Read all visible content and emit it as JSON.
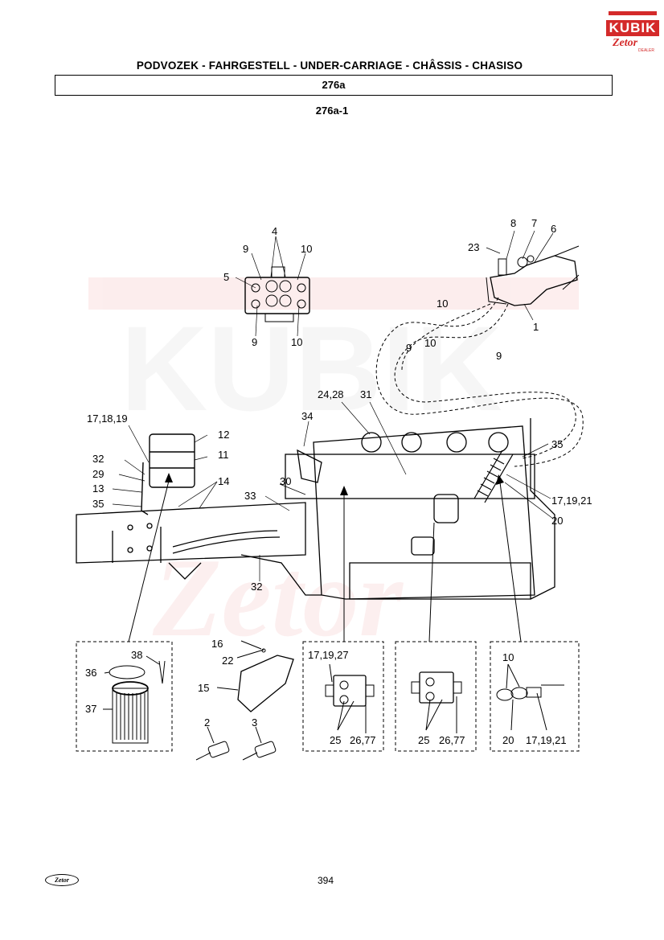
{
  "logo": {
    "brand": "KUBIK",
    "sub": "Zetor",
    "dealer": "DEALER"
  },
  "header": {
    "title": "PODVOZEK - FAHRGESTELL - UNDER-CARRIAGE - CHÂSSIS - CHASISO",
    "section": "276a",
    "figure": "276a-1"
  },
  "callouts": {
    "c1": "1",
    "c2": "2",
    "c3": "3",
    "c4": "4",
    "c5": "5",
    "c6": "6",
    "c7": "7",
    "c8": "8",
    "c9a": "9",
    "c9b": "9",
    "c9c": "9",
    "c9d": "9",
    "c10a": "10",
    "c10b": "10",
    "c10c": "10",
    "c10d": "10",
    "c10e": "10",
    "c11": "11",
    "c12": "12",
    "c13": "13",
    "c14": "14",
    "c15": "15",
    "c16": "16",
    "c17_18_19": "17,18,19",
    "c17_19_21a": "17,19,21",
    "c17_19_21b": "17,19,21",
    "c17_19_27": "17,19,27",
    "c20a": "20",
    "c20b": "20",
    "c22": "22",
    "c23": "23",
    "c24_28": "24,28",
    "c25a": "25",
    "c25b": "25",
    "c26_77a": "26,77",
    "c26_77b": "26,77",
    "c29": "29",
    "c30": "30",
    "c31": "31",
    "c32a": "32",
    "c32b": "32",
    "c33": "33",
    "c34": "34",
    "c35a": "35",
    "c35b": "35",
    "c36": "36",
    "c37": "37",
    "c38": "38"
  },
  "footer": {
    "logo": "Zetor",
    "page": "394"
  },
  "colors": {
    "watermark": "#fbe3e3",
    "ink": "#000000",
    "brand": "#d42a2a"
  }
}
